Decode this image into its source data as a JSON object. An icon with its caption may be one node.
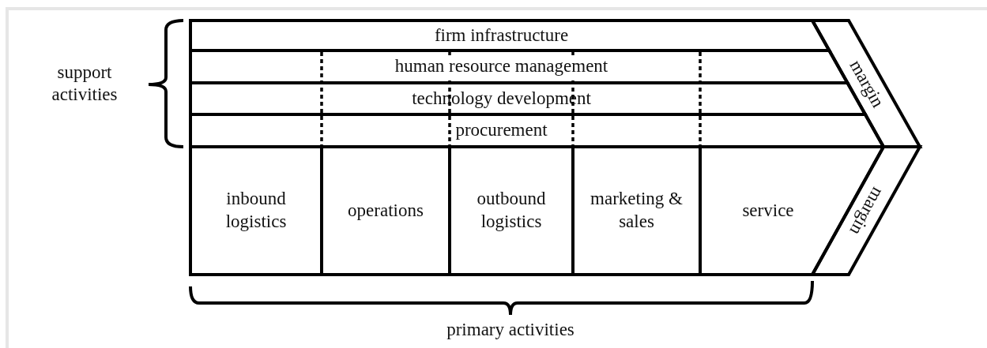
{
  "diagram": {
    "nodes": [
      {
        "text": [
          "firm infrastructure"
        ]
      },
      {
        "text": [
          "human resource management"
        ]
      },
      {
        "text": [
          "technology development"
        ]
      },
      {
        "text": [
          "procurement"
        ]
      },
      {
        "text": [
          "inbound logistics"
        ]
      },
      {
        "text": [
          "operations"
        ]
      },
      {
        "text": [
          "outbound logistics"
        ]
      },
      {
        "text": [
          "marketing & sales"
        ]
      },
      {
        "text": [
          "service"
        ]
      },
      {
        "text": [
          "margin"
        ]
      },
      {
        "text": [
          "margin"
        ]
      }
    ],
    "labels": [
      "support activities",
      "primary activities"
    ]
  }
}
